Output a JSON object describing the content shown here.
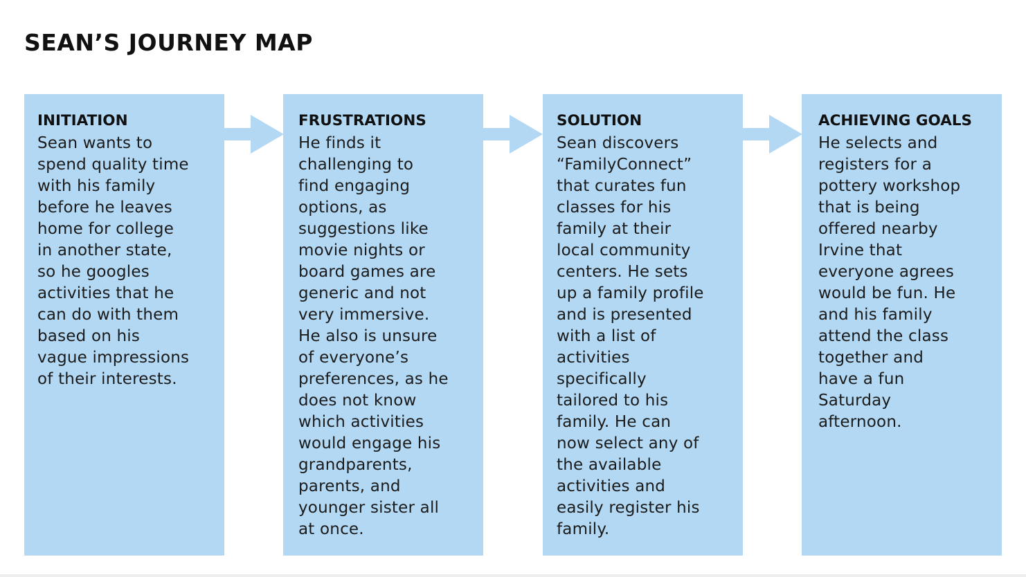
{
  "title": "SEAN’S JOURNEY MAP",
  "colors": {
    "card_background": "#b3d8f3",
    "arrow": "#b3d8f3",
    "text": "#111111",
    "page_background": "#ffffff"
  },
  "stages": [
    {
      "heading": "INITIATION",
      "body": "Sean wants to\nspend quality time\nwith his family\nbefore he leaves\nhome for college\nin another state,\nso he googles\nactivities that he\ncan do with them\nbased on his\nvague impressions\nof their interests."
    },
    {
      "heading": "FRUSTRATIONS",
      "body": "He finds it\nchallenging to\nfind engaging\noptions, as\nsuggestions like\nmovie nights or\nboard games are\ngeneric and not\nvery immersive.\nHe also is unsure\nof everyone’s\npreferences, as he\ndoes not know\nwhich activities\nwould engage his\ngrandparents,\nparents, and\nyounger sister all\nat once."
    },
    {
      "heading": "SOLUTION",
      "body": "Sean discovers\n“FamilyConnect”\nthat curates fun\nclasses for his\nfamily at their\nlocal community\ncenters. He sets\nup a family profile\nand is presented\nwith a list of\nactivities\nspecifically\ntailored to his\nfamily. He can\nnow select any of\nthe available\nactivities and\neasily register his\nfamily."
    },
    {
      "heading": "ACHIEVING GOALS",
      "body": "He selects and\nregisters for a\npottery workshop\nthat is being\noffered nearby\nIrvine that\neveryone agrees\nwould be fun. He\nand his family\nattend the class\ntogether and\nhave a fun\nSaturday\nafternoon."
    }
  ],
  "connectors": [
    {
      "from": "INITIATION",
      "to": "FRUSTRATIONS",
      "icon": "arrow-right-icon"
    },
    {
      "from": "FRUSTRATIONS",
      "to": "SOLUTION",
      "icon": "arrow-right-icon"
    },
    {
      "from": "SOLUTION",
      "to": "ACHIEVING GOALS",
      "icon": "arrow-right-icon"
    }
  ]
}
